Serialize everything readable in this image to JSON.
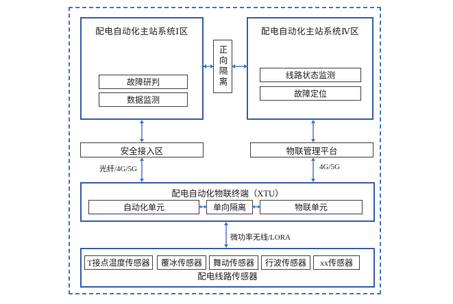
{
  "colors": {
    "container_border": "#3a5da8",
    "boundary_dash": "#4472c4",
    "arrow": "#4472c4",
    "small_box_border": "#404040"
  },
  "zone1": {
    "title": "配电自动化主站系统Ⅰ区",
    "items": [
      "故障研判",
      "数据监测"
    ]
  },
  "forward_isolation": {
    "label": "正向隔离"
  },
  "zone4": {
    "title": "配电自动化主站系统Ⅳ区",
    "items": [
      "线路状态监测",
      "故障定位"
    ]
  },
  "secure_access": {
    "label": "安全接入区"
  },
  "iot_platform": {
    "label": "物联管理平台"
  },
  "links": {
    "left": "光纤/4G/5G",
    "right": "4G/5G",
    "wireless": "微功率无线/LORA"
  },
  "xtu": {
    "title": "配电自动化物联终端（XTU）",
    "units": [
      "自动化单元",
      "单向隔离",
      "物联单元"
    ]
  },
  "sensors": {
    "title": "配电线路传感器",
    "items": [
      "T接点温度传感器",
      "覆冰传感器",
      "舞动传感器",
      "行波传感器",
      "xx传感器"
    ]
  }
}
